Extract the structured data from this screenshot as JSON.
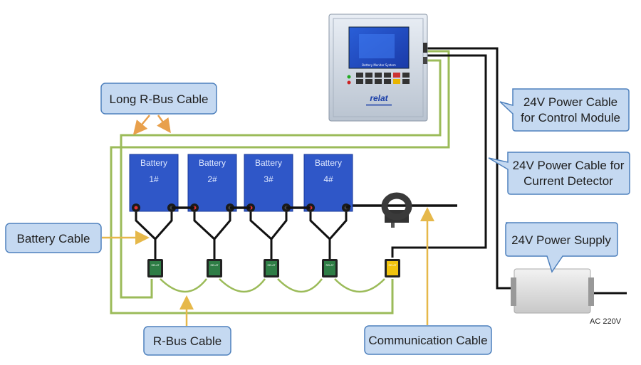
{
  "labels": {
    "long_rbus": "Long R-Bus Cable",
    "power_control": [
      "24V Power Cable",
      "for Control Module"
    ],
    "power_detector": [
      "24V Power Cable for",
      "Current Detector"
    ],
    "power_supply": "24V Power Supply",
    "battery_cable": "Battery Cable",
    "rbus": "R-Bus Cable",
    "comm": "Communication Cable",
    "ac": "AC 220V"
  },
  "batteries": [
    {
      "title": "Battery",
      "number": "1#"
    },
    {
      "title": "Battery",
      "number": "2#"
    },
    {
      "title": "Battery",
      "number": "3#"
    },
    {
      "title": "Battery",
      "number": "4#"
    }
  ],
  "monitor": {
    "screen_title": "Battery Monitor System",
    "brand": "relat"
  },
  "module_label": "RELAT",
  "colors": {
    "callout_fill": "#c5d9f1",
    "callout_stroke": "#4f81bd",
    "bus_green": "#9bbb59",
    "arrow_orange": "#e8a04c",
    "arrow_gold": "#e6b84a",
    "battery_blue": "#2f57c8",
    "module_green": "#2e7d45",
    "comm_module_yellow": "#f1c40f"
  }
}
